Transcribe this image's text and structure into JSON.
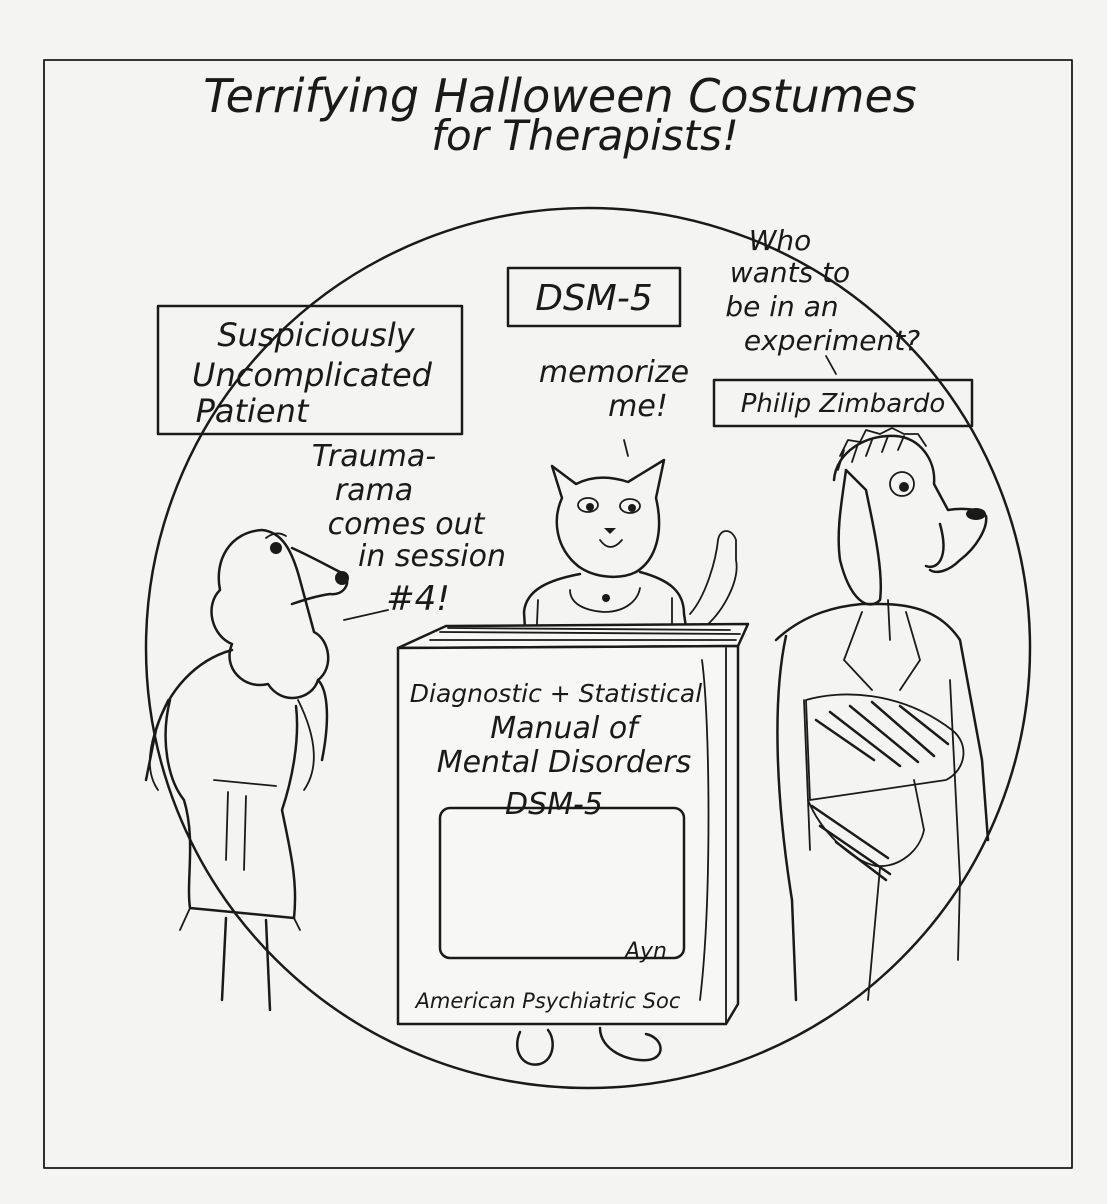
{
  "title": {
    "line1": "Terrifying Halloween Costumes",
    "line2": "for Therapists!"
  },
  "left_costume": {
    "sign_line1": "Suspiciously",
    "sign_line2": "Uncomplicated",
    "sign_line3": "Patient",
    "speech_line1": "Trauma-",
    "speech_line2": "rama",
    "speech_line3": "comes out",
    "speech_line4": "in session",
    "speech_line5": "#4!"
  },
  "center_costume": {
    "sign": "DSM-5",
    "speech_line1": "memorize",
    "speech_line2": "me!",
    "book_line1": "Diagnostic + Statistical",
    "book_line2": "Manual of",
    "book_line3": "Mental Disorders",
    "book_label": "DSM-5",
    "book_publisher": "American Psychiatric Soc"
  },
  "right_costume": {
    "speech_line1": "Who",
    "speech_line2": "wants to",
    "speech_line3": "be in an",
    "speech_line4": "experiment?",
    "sign": "Philip Zimbardo"
  },
  "signature": "Ayn"
}
